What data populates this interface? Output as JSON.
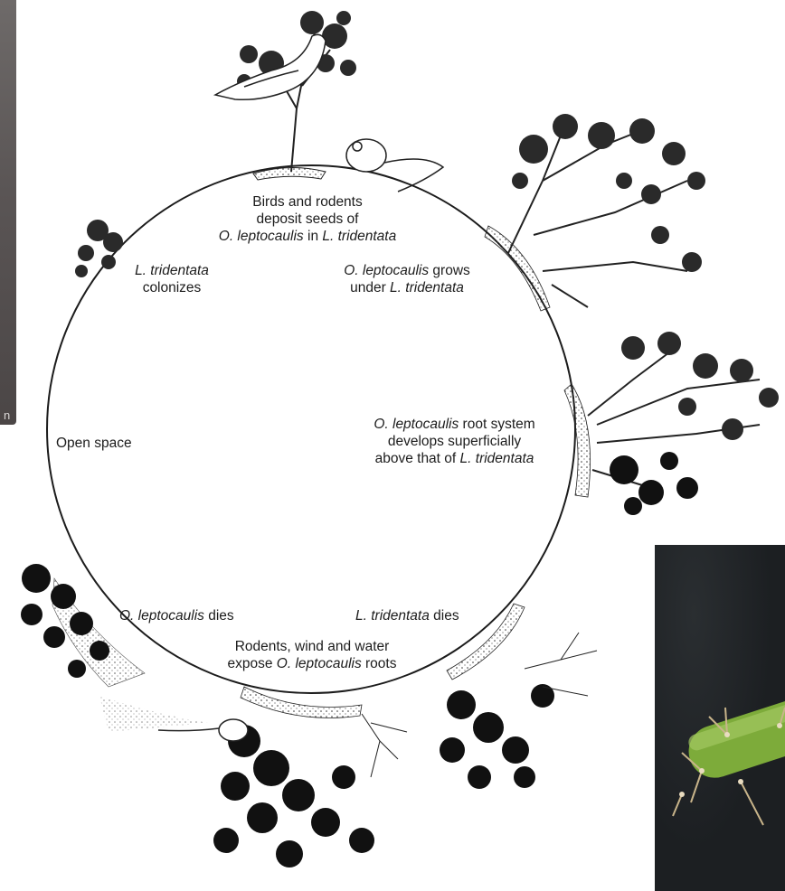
{
  "photo_left": {
    "caption": "n"
  },
  "labels": {
    "top_line1": "Birds and rodents",
    "top_line2": "deposit seeds of",
    "top_line3_a": "O. leptocaulis",
    "top_line3_b": " in ",
    "top_line3_c": "L. tridentata",
    "upper_left_line1": "L. tridentata",
    "upper_left_line2": "colonizes",
    "upper_right_line1_a": "O. leptocaulis",
    "upper_right_line1_b": " grows",
    "upper_right_line2_a": "under ",
    "upper_right_line2_b": "L. tridentata",
    "right_line1_a": "O. leptocaulis",
    "right_line1_b": " root system",
    "right_line2": "develops superficially",
    "right_line3_a": "above that of ",
    "right_line3_b": "L. tridentata",
    "left": "Open space",
    "lower_left_a": "O. leptocaulis",
    "lower_left_b": " dies",
    "lower_right_a": "L. tridentata",
    "lower_right_b": " dies",
    "bottom_line1": "Rodents, wind and water",
    "bottom_line2_a": "expose ",
    "bottom_line2_b": "O. leptocaulis",
    "bottom_line2_c": " roots"
  },
  "colors": {
    "ink": "#1c1c1c",
    "cactus_green": "#7dab3a",
    "photo_dark": "#1b1d20"
  }
}
